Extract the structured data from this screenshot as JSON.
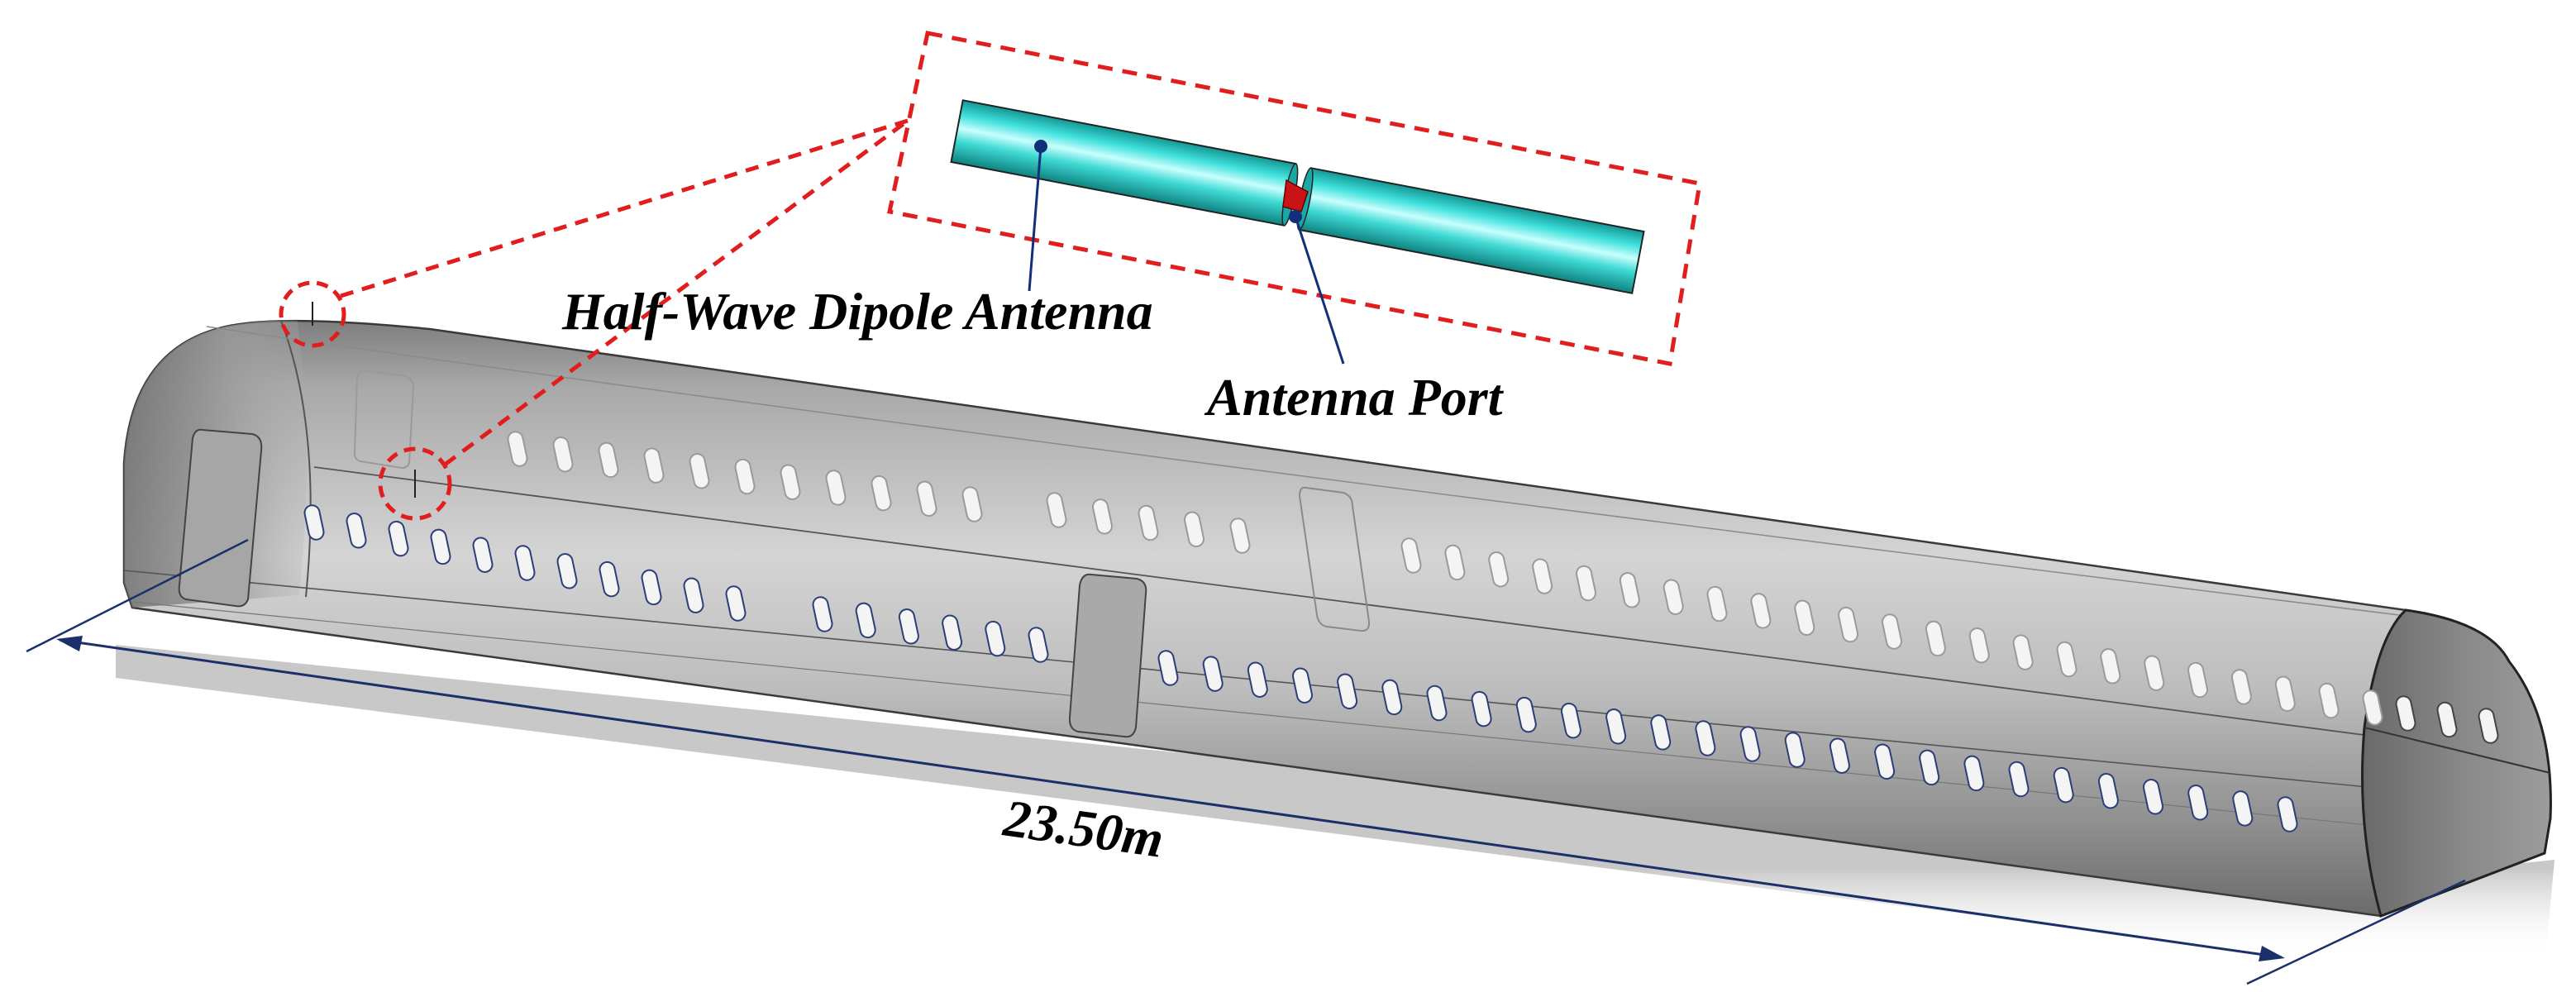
{
  "labels": {
    "antenna": "Half-Wave Dipole Antenna",
    "port": "Antenna Port",
    "length": "23.50m"
  },
  "colors": {
    "callout": "#e11d1d",
    "dimension": "#1b2f6b",
    "antenna": "#2ad1cc",
    "port": "#c81414",
    "fuselage_light": "#e8e8e8",
    "fuselage_dark": "#6e6e6e",
    "window_fill": "#f4f4f4",
    "window_outline": "#2a3f7a"
  }
}
